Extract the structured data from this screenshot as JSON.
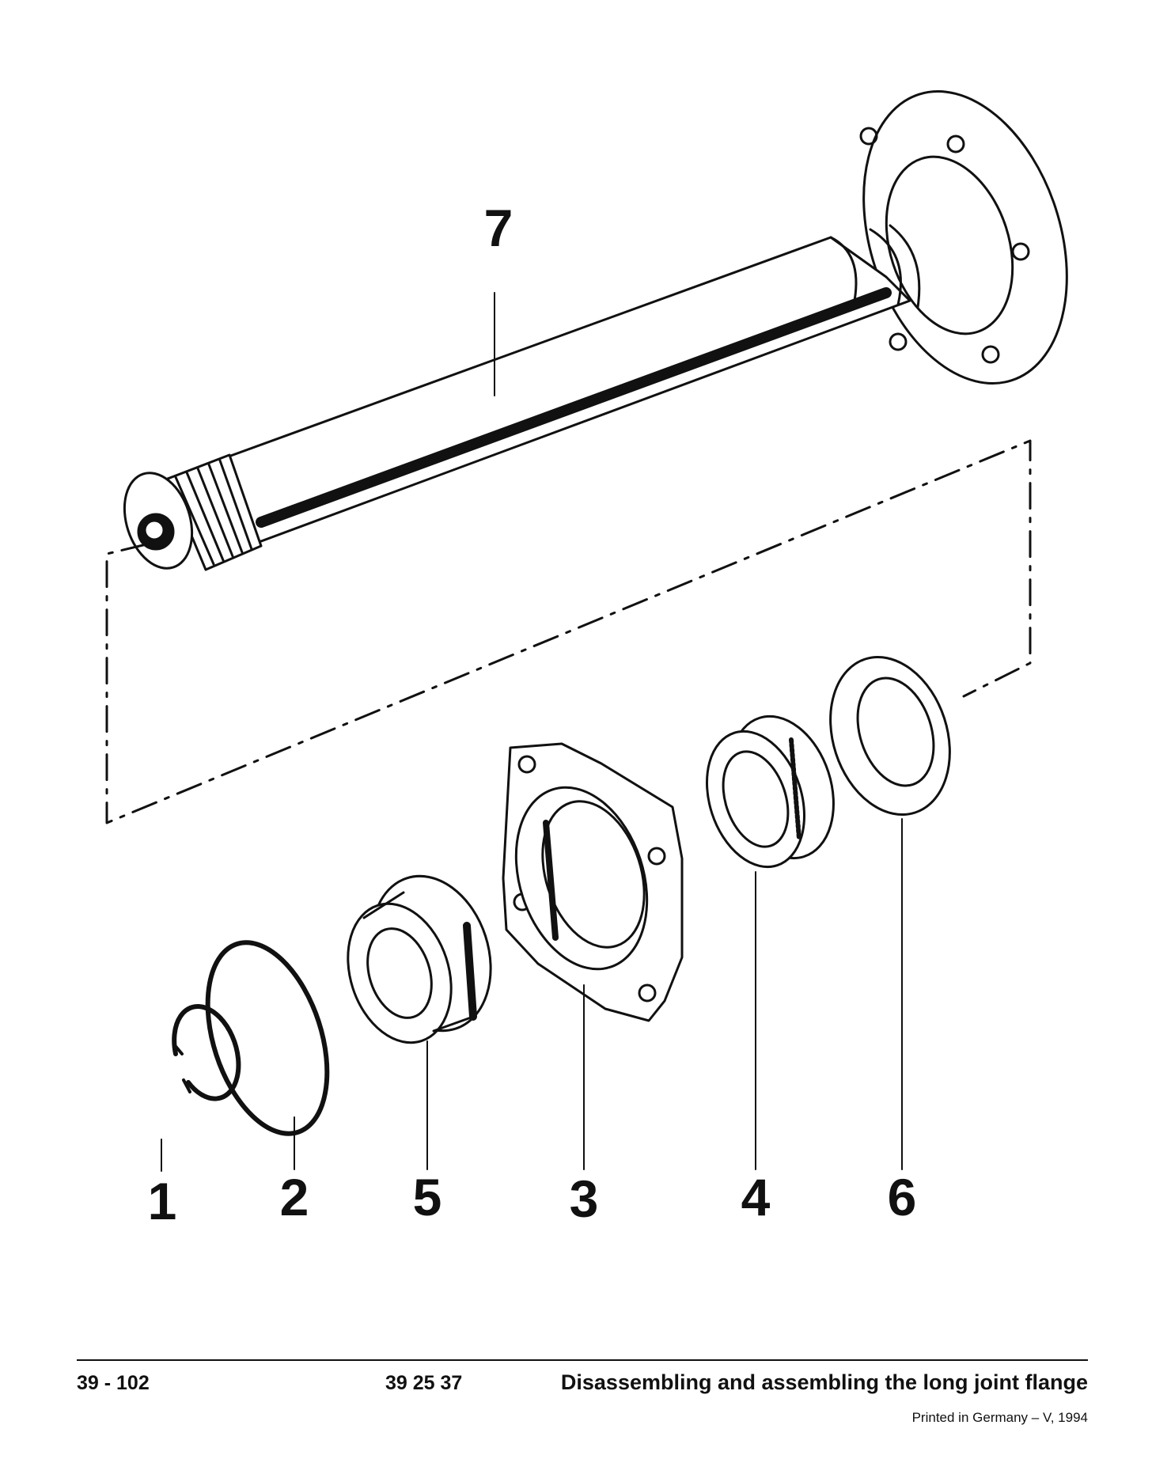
{
  "diagram": {
    "parts": [
      {
        "number": "7",
        "name": "long joint flange shaft"
      },
      {
        "number": "1",
        "name": "circlip"
      },
      {
        "number": "2",
        "name": "o-ring"
      },
      {
        "number": "5",
        "name": "ball bearing"
      },
      {
        "number": "3",
        "name": "bearing housing flange"
      },
      {
        "number": "4",
        "name": "radial shaft seal"
      },
      {
        "number": "6",
        "name": "cover disc"
      }
    ]
  },
  "footer": {
    "page_number": "39 - 102",
    "doc_code": "39 25 37",
    "title": "Disassembling and assembling the long joint flange",
    "printed": "Printed in Germany – V, 1994"
  },
  "colors": {
    "ink": "#111111",
    "paper": "#ffffff"
  }
}
